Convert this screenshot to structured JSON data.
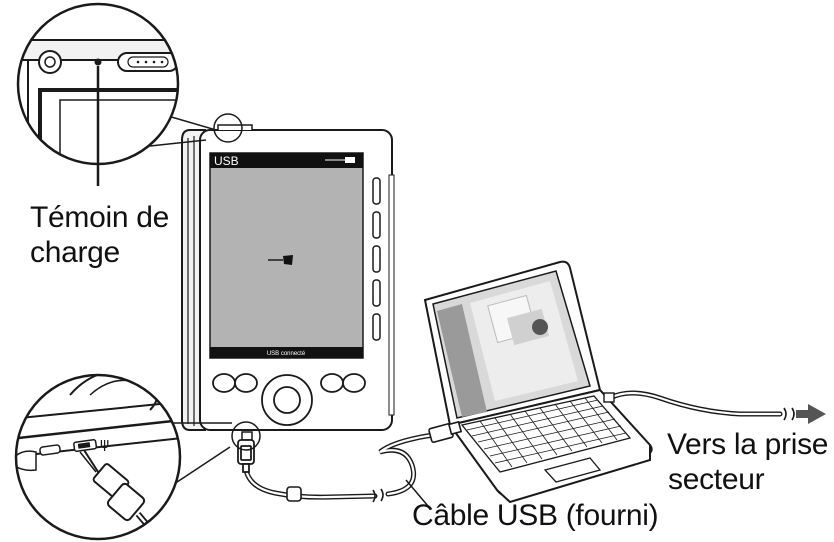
{
  "labels": {
    "charge_indicator_line1": "Témoin de",
    "charge_indicator_line2": "charge",
    "usb_cable": "Câble USB (fourni)",
    "power_outlet_line1": "Vers la prise",
    "power_outlet_line2": "secteur"
  },
  "device_screen": {
    "header_title": "USB",
    "footer_status": "USB connecté"
  },
  "colors": {
    "line": "#1a1a1a",
    "screen_gray": "#b3b3b3",
    "screen_bar": "#111111",
    "laptop_screen": "#d9d9d9"
  }
}
